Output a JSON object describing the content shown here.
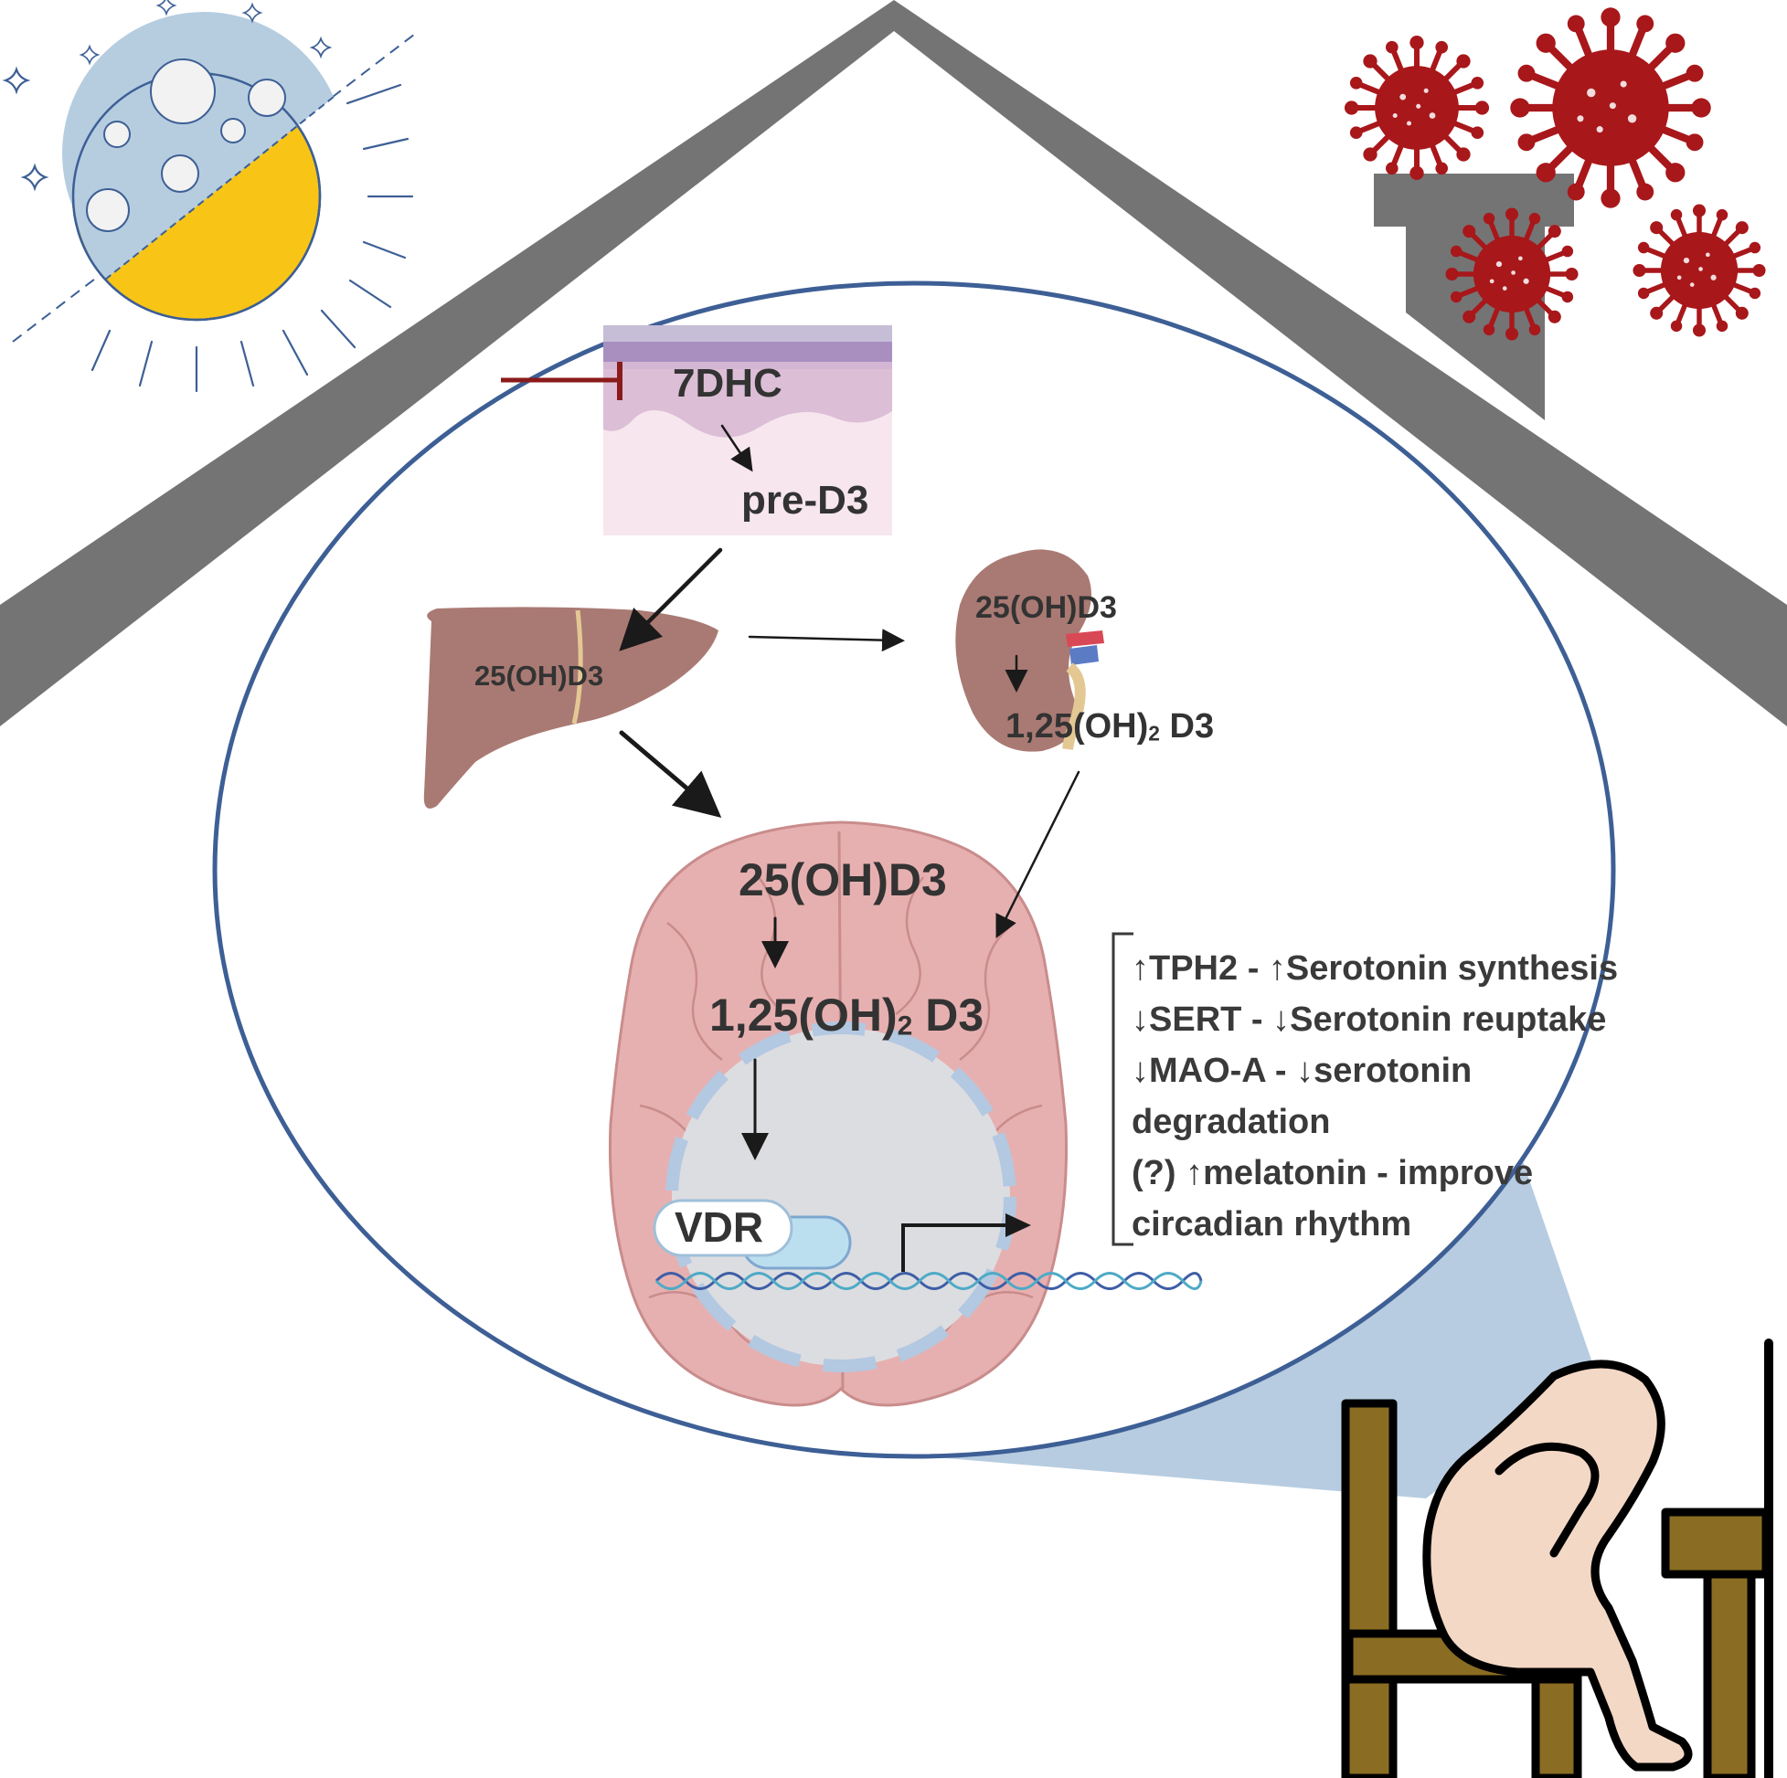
{
  "skin": {
    "precursor": "7DHC",
    "product": "pre-D3"
  },
  "liver": {
    "label": "25(OH)D3"
  },
  "kidney": {
    "input": "25(OH)D3",
    "output_main": "1,25(OH)",
    "output_sub": "2",
    "output_end": " D3"
  },
  "brain": {
    "input": "25(OH)D3",
    "output_main": "1,25(OH)",
    "output_sub": "2",
    "output_end": " D3",
    "receptor": "VDR"
  },
  "effects": [
    "↑TPH2 - ↑Serotonin synthesis",
    "↓SERT - ↓Serotonin reuptake",
    "↓MAO-A - ↓serotonin",
    "degradation",
    "(?) ↑melatonin - improve",
    "circadian rhythm"
  ],
  "colors": {
    "roof": "#747474",
    "circle": "#3d5f95",
    "sun": "#f8c516",
    "moon": "#b6cde0",
    "virus": "#a8171a",
    "inhibit": "#8b1a1a",
    "liver": "#a97a73",
    "brain": "#e7b0b0",
    "nucleus": "#dcdde1",
    "cone": "#b7cce0",
    "chair": "#8a6d22",
    "person": "#f3d8c6"
  },
  "icons": [
    "moon-sun-icon",
    "star-icon",
    "virus-icon",
    "house-roof-icon",
    "chimney-icon",
    "liver-icon",
    "kidney-icon",
    "brain-icon",
    "nucleus-icon",
    "dna-icon",
    "sad-person-icon",
    "chair-icon",
    "desk-icon"
  ]
}
